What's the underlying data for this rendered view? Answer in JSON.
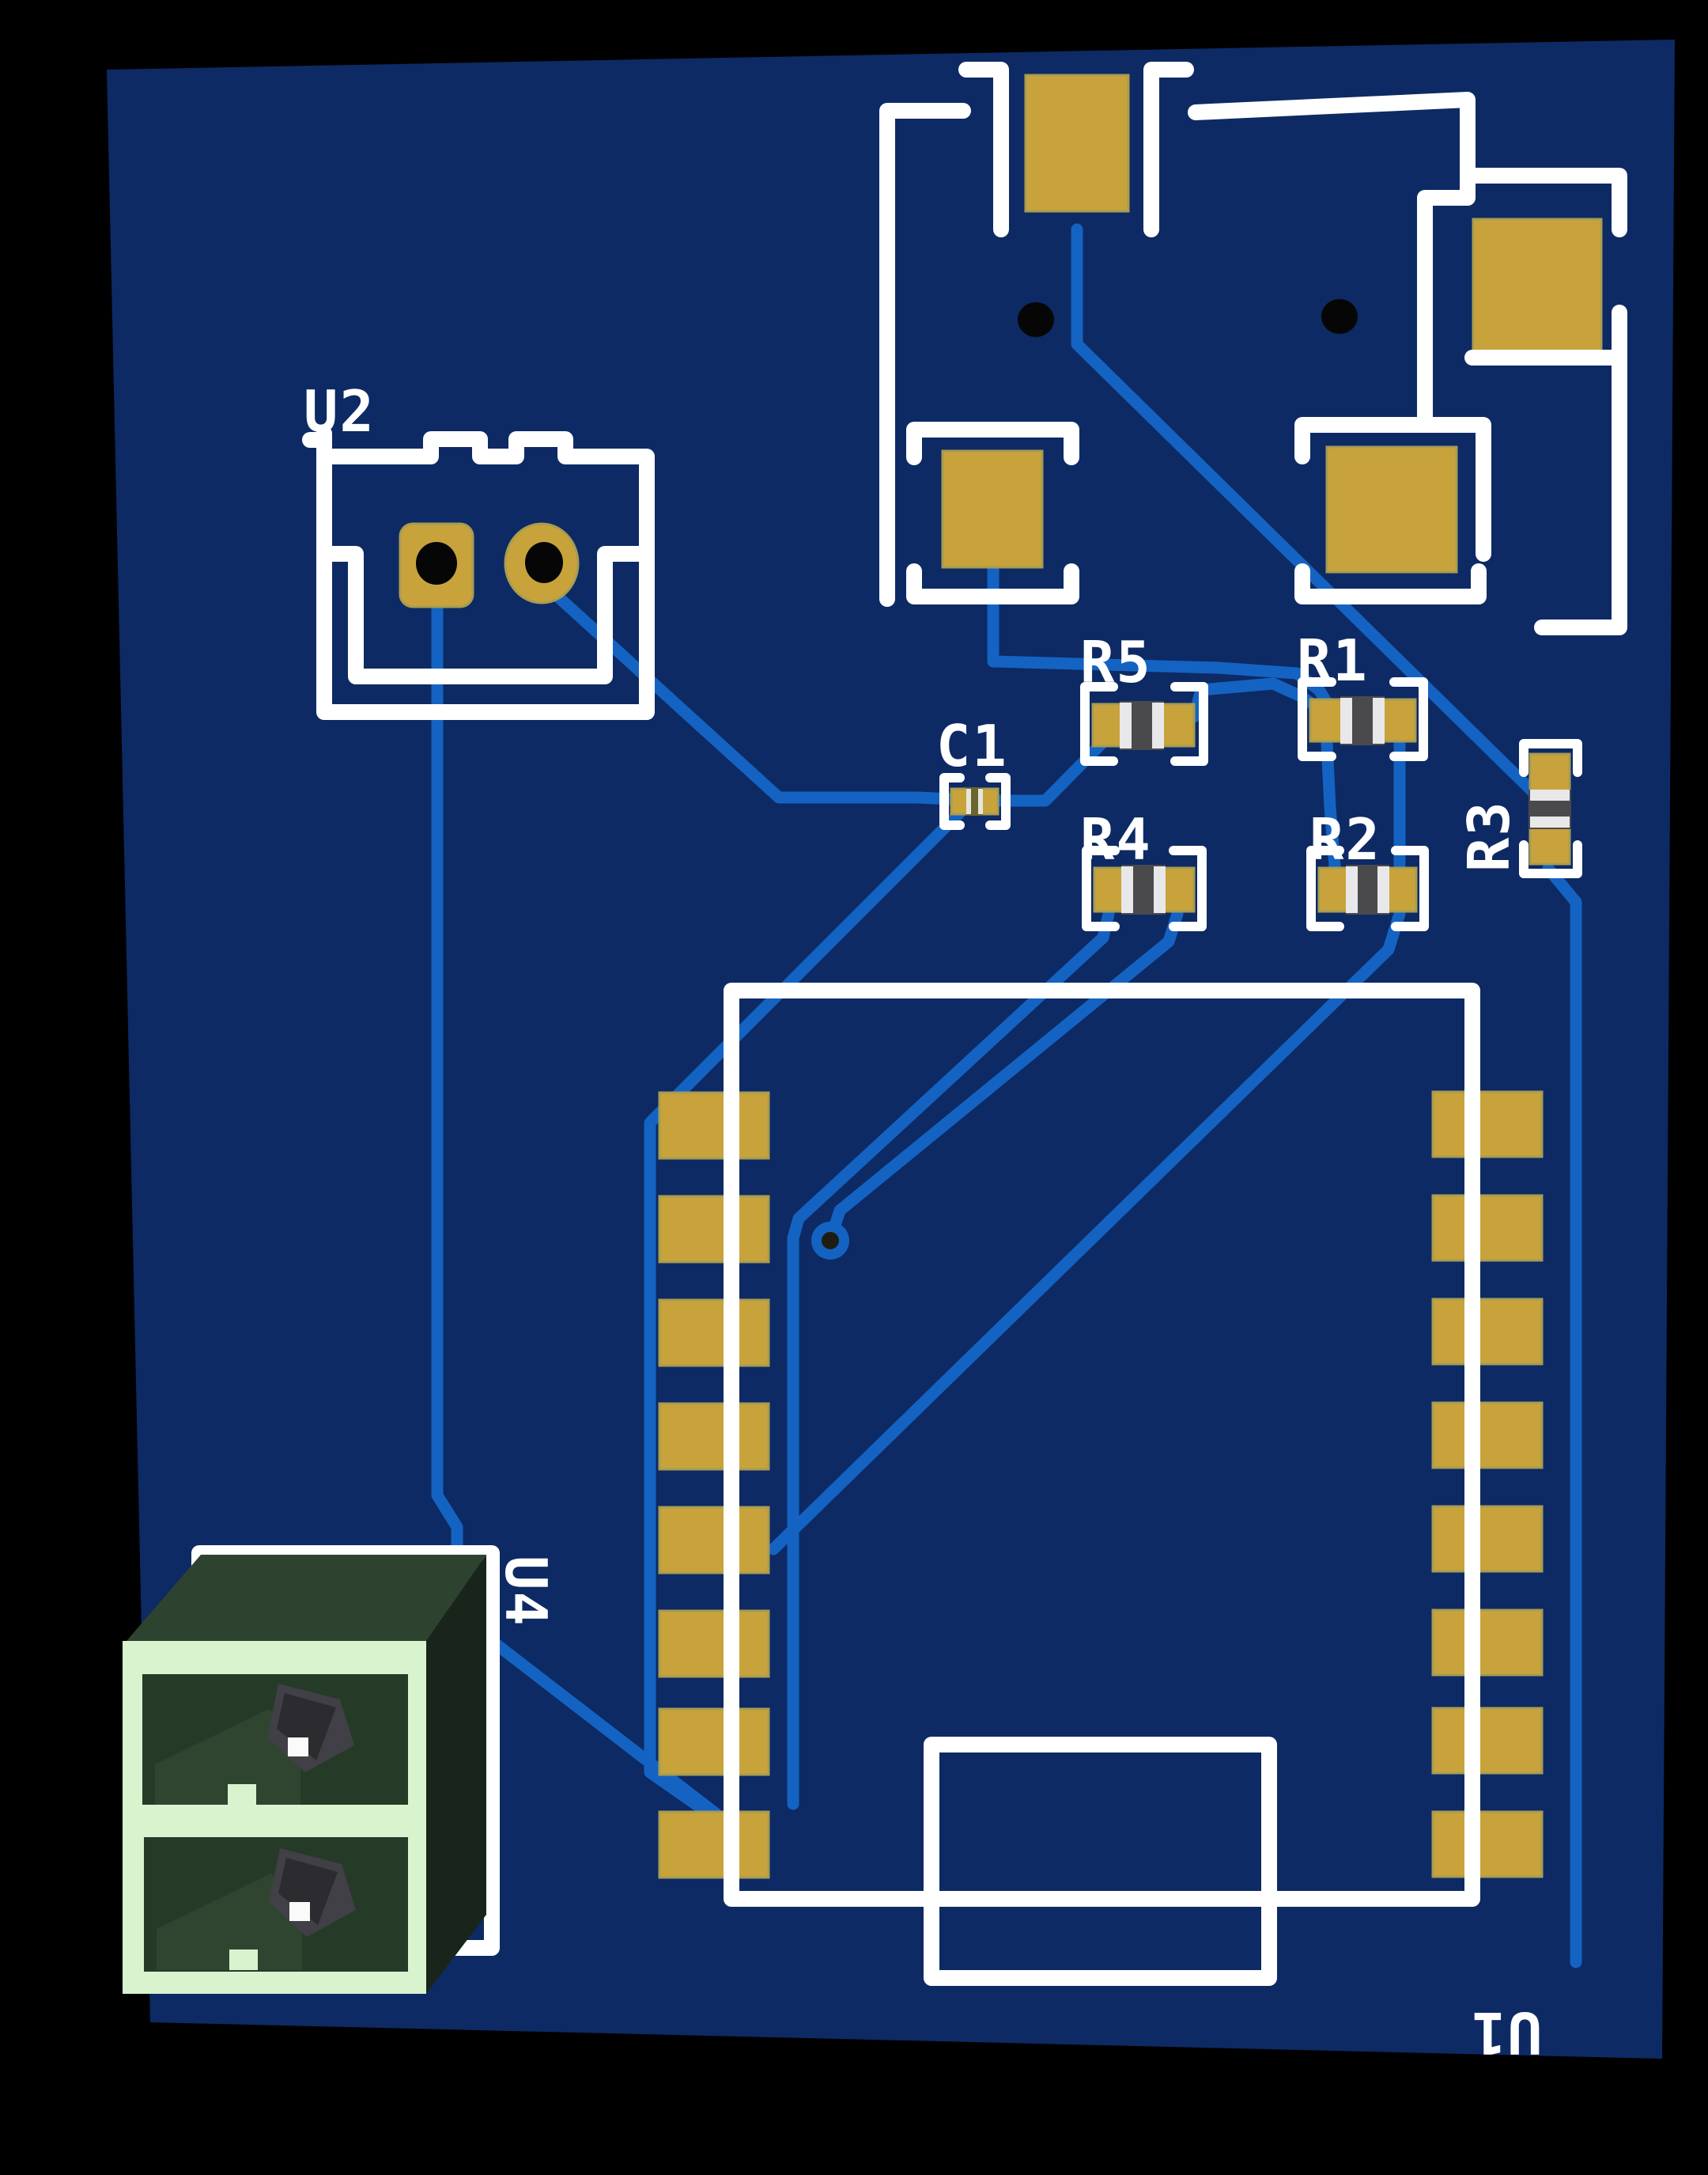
{
  "scene": {
    "kind": "pcb-3d-render",
    "board_color_note": "dark navy substrate with lighter blue copper traces, gold pads, white silkscreen"
  },
  "colors": {
    "background": "#000000",
    "board": "#0d2a64",
    "trace": "#1463c2",
    "silkscreen": "#ffffff",
    "pad_gold": "#c8a33c",
    "pad_rim": "#a89c52",
    "hole": "#060606",
    "resistor_body": "#4a4a4c",
    "resistor_cap": "#e8e8ea",
    "cap_body": "#6b6530",
    "cap_cap": "#e6e6dc",
    "via_hole": "#1d1d12",
    "u4_front": "#d9f3cf",
    "u4_top": "#2e432f",
    "u4_side": "#19251b",
    "u4_recess": "#263a28",
    "u4_clamp": "#2f4530",
    "u4_screw": "#404046",
    "u4_glint": "#fafafa"
  },
  "components": {
    "u2": {
      "label": "U2",
      "type": "2-hole through-hole connector footprint"
    },
    "module": {
      "type": "4-pad RF module footprint with 2 drill holes"
    },
    "r5": {
      "label": "R5",
      "type": "SMD resistor"
    },
    "r1": {
      "label": "R1",
      "type": "SMD resistor"
    },
    "c1": {
      "label": "C1",
      "type": "SMD capacitor"
    },
    "r4": {
      "label": "R4",
      "type": "SMD resistor"
    },
    "r2": {
      "label": "R2",
      "type": "SMD resistor"
    },
    "r3": {
      "label": "R3",
      "type": "SMD resistor, vertical"
    },
    "u4": {
      "label": "U4",
      "type": "green 2-position screw terminal block, 3D body"
    },
    "u1": {
      "label": "U1",
      "type": "large IC footprint",
      "pads_per_side": 8
    }
  }
}
